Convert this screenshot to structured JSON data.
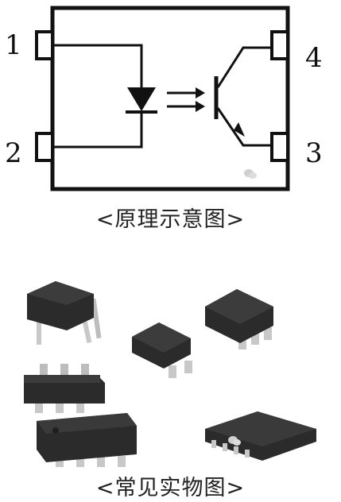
{
  "schematic": {
    "pins": {
      "pin1": "1",
      "pin2": "2",
      "pin3": "3",
      "pin4": "4"
    },
    "caption": "<原理示意图>",
    "watermark": ""
  },
  "photo": {
    "caption": "<常见实物图>",
    "watermark": ""
  },
  "colors": {
    "line": "#111111",
    "chip_body": "#2b2b2b",
    "chip_top": "#3a3a3a",
    "leads": "#c8c8c8"
  }
}
